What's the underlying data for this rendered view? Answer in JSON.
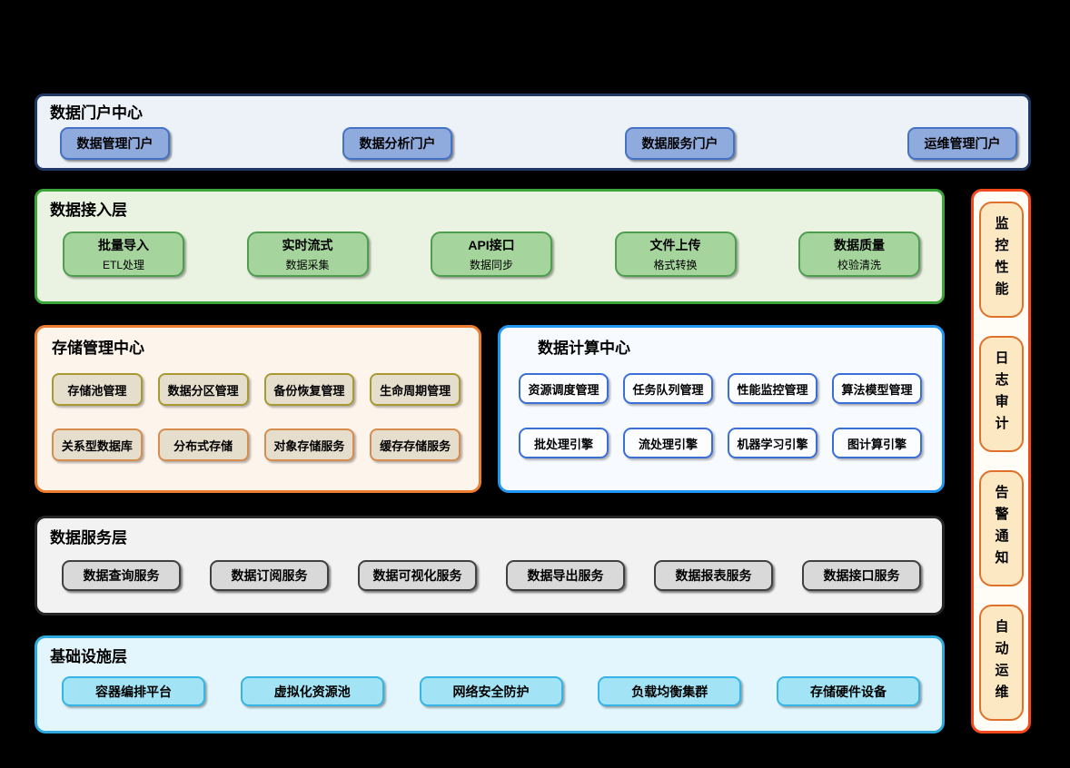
{
  "portal": {
    "title": "数据门户中心",
    "items": [
      "数据管理门户",
      "数据分析门户",
      "数据服务门户",
      "运维管理门户"
    ]
  },
  "ingestion": {
    "title": "数据接入层",
    "items": [
      {
        "title": "批量导入",
        "subtitle": "ETL处理"
      },
      {
        "title": "实时流式",
        "subtitle": "数据采集"
      },
      {
        "title": "API接口",
        "subtitle": "数据同步"
      },
      {
        "title": "文件上传",
        "subtitle": "格式转换"
      },
      {
        "title": "数据质量",
        "subtitle": "校验清洗"
      }
    ]
  },
  "storage": {
    "title": "存储管理中心",
    "row1": [
      "存储池管理",
      "数据分区管理",
      "备份恢复管理",
      "生命周期管理"
    ],
    "row2": [
      "关系型数据库",
      "分布式存储",
      "对象存储服务",
      "缓存存储服务"
    ]
  },
  "compute": {
    "title": "数据计算中心",
    "row1": [
      "资源调度管理",
      "任务队列管理",
      "性能监控管理",
      "算法模型管理"
    ],
    "row2": [
      "批处理引擎",
      "流处理引擎",
      "机器学习引擎",
      "图计算引擎"
    ]
  },
  "service": {
    "title": "数据服务层",
    "items": [
      "数据查询服务",
      "数据订阅服务",
      "数据可视化服务",
      "数据导出服务",
      "数据报表服务",
      "数据接口服务"
    ]
  },
  "infra": {
    "title": "基础设施层",
    "items": [
      "容器编排平台",
      "虚拟化资源池",
      "网络安全防护",
      "负载均衡集群",
      "存储硬件设备"
    ]
  },
  "ops": {
    "items": [
      "监控性能",
      "日志审计",
      "告警通知",
      "自动运维"
    ]
  },
  "colors": {
    "background": "#000000",
    "portal_border": "#1f3864",
    "portal_button": "#8faadc",
    "ingestion_border": "#3ba43a",
    "ingestion_card": "#a5d49c",
    "storage_border": "#ed7d31",
    "storage_card": "#e6decd",
    "storage_row1_card_border": "#a89a30",
    "storage_row2_card_border": "#d88c4e",
    "compute_border": "#2196f3",
    "compute_card_border": "#3b6fd6",
    "service_border": "#262626",
    "service_card": "#d9d9d9",
    "infra_border": "#2ea9dd",
    "infra_card": "#a2e4f6",
    "ops_border": "#f4491c",
    "ops_card": "#fce9c4",
    "ops_card_border": "#e0712b"
  }
}
